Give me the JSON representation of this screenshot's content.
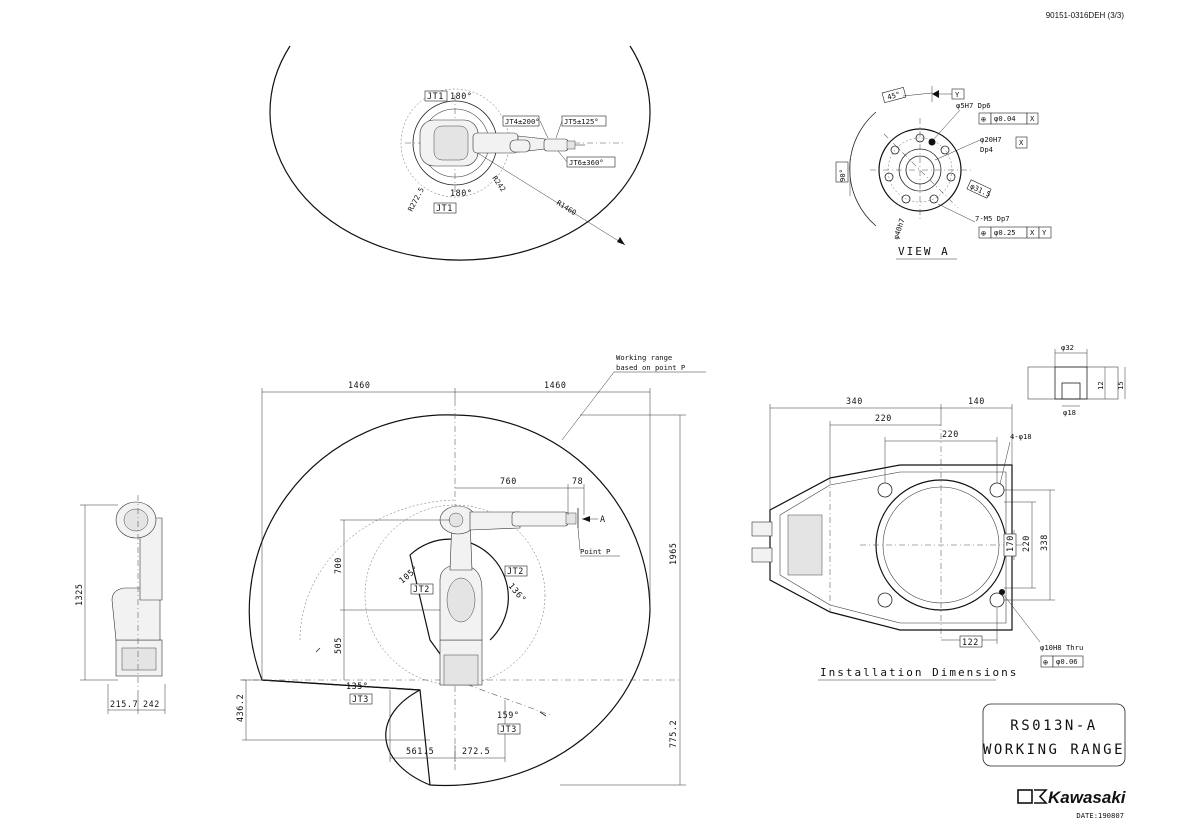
{
  "doc_number": "90151-0316DEH  (3/3)",
  "title_block": {
    "line1": "RS013N-A",
    "line2": "WORKING RANGE"
  },
  "brand": {
    "name": "Kawasaki",
    "date": "DATE:190807"
  },
  "top_view": {
    "jt1_label_top": "JT1",
    "jt1_angle_top": "180°",
    "jt1_angle_bottom": "180°",
    "jt1_label_bottom": "JT1",
    "jt4": "JT4±200°",
    "jt5": "JT5±125°",
    "jt6": "JT6±360°",
    "r_base": "R272.5",
    "r_inner": "R242",
    "r_outer": "R1460"
  },
  "view_a": {
    "angle_45": "45°",
    "datum_y": "Y",
    "hole1": "φ5H7 Dp6",
    "tol1": "φ0.04",
    "tol1_ref": "X",
    "hole2": "φ20H7",
    "hole2_depth": "Dp4",
    "hole2_ref": "X",
    "angle_90": "90°",
    "pcd": "φ31.5",
    "dia_outer": "φ40h7",
    "tap": "7-M5 Dp7",
    "tol3": "φ0.25",
    "tol3_ref1": "X",
    "tol3_ref2": "Y",
    "caption": "VIEW A"
  },
  "side_view": {
    "note_line1": "Working range",
    "note_line2": "based on point P",
    "dim_left": "1460",
    "dim_right": "1460",
    "dim_760": "760",
    "dim_78": "78",
    "arrow_a": "A",
    "point_p": "Point P",
    "dim_700": "700",
    "dim_505": "505",
    "dim_1965": "1965",
    "dim_436": "436.2",
    "dim_775": "775.2",
    "dim_561": "561.5",
    "dim_272": "272.5",
    "angle_105": "105°",
    "jt2_left": "JT2",
    "jt2_right": "JT2",
    "angle_136": "136°",
    "angle_135": "135°",
    "jt3_left": "JT3",
    "angle_159": "159°",
    "jt3_right": "JT3"
  },
  "front_view": {
    "height": "1325",
    "width_a": "215.7",
    "width_b": "242"
  },
  "install": {
    "dim_340": "340",
    "dim_140": "140",
    "dim_220_top": "220",
    "dim_220_mid": "220",
    "holes": "4-φ18",
    "dim_170": "170",
    "dim_220_v": "220",
    "dim_338": "338",
    "dim_122": "122",
    "pin": "φ10H8 Thru",
    "pin_tol": "φ0.06",
    "caption": "Installation Dimensions"
  },
  "hole_detail": {
    "dia_top": "φ32",
    "dia_bottom": "φ18",
    "depth_a": "12",
    "depth_b": "15"
  }
}
